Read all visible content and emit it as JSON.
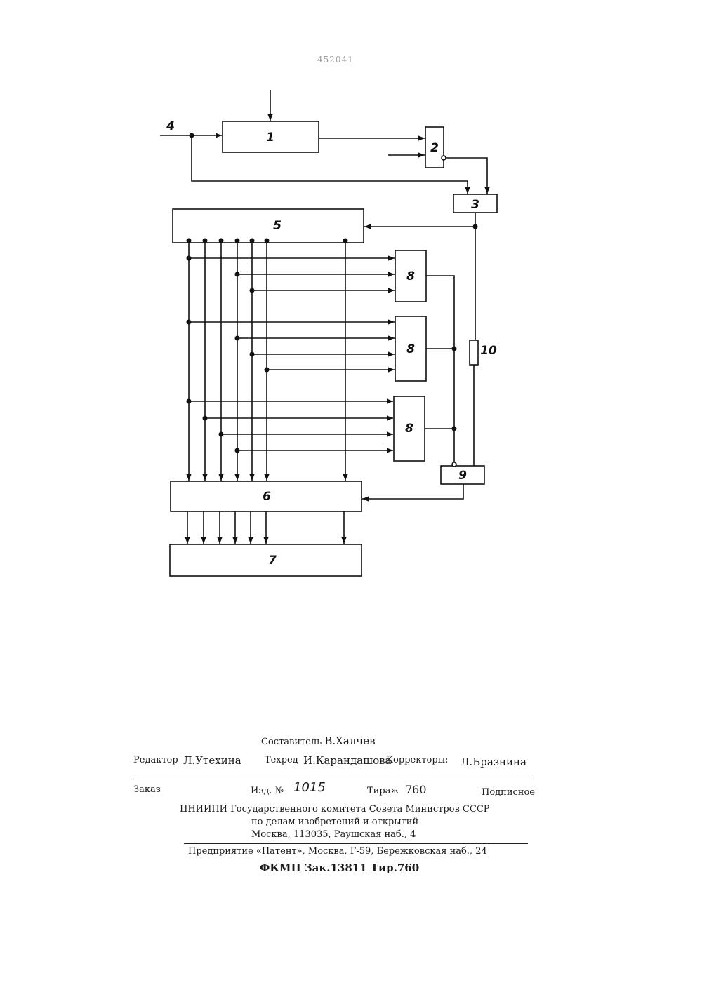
{
  "header": {
    "patent_number_faint": "452041"
  },
  "diagram": {
    "input_label": "4",
    "blocks": [
      "1",
      "2",
      "3",
      "5",
      "6",
      "7",
      "8",
      "8",
      "8",
      "9",
      "10"
    ]
  },
  "colophon": {
    "compiler_label": "Составитель",
    "compiler_name": "В.Халчев",
    "editor_label": "Редактор",
    "editor_name": "Л.Утехина",
    "techred_label": "Техред",
    "techred_name": "И.Карандашова",
    "correctors_label": "Корректоры:",
    "corrector_name": "Л.Бразнина",
    "order_label": "Заказ",
    "edition_label": "Изд. №",
    "edition_value": "1015",
    "print_run_label": "Тираж",
    "print_run_value": "760",
    "subscription": "Подписное",
    "org_line1": "ЦНИИПИ Государственного комитета Совета Министров СССР",
    "org_line2": "по делам изобретений и открытий",
    "org_line3": "Москва, 113035, Раушская наб., 4",
    "enterprise_line": "Предприятие «Патент», Москва, Г-59, Бережковская наб., 24",
    "stamp_line": "ФКМП Зак.13811 Тир.760"
  }
}
